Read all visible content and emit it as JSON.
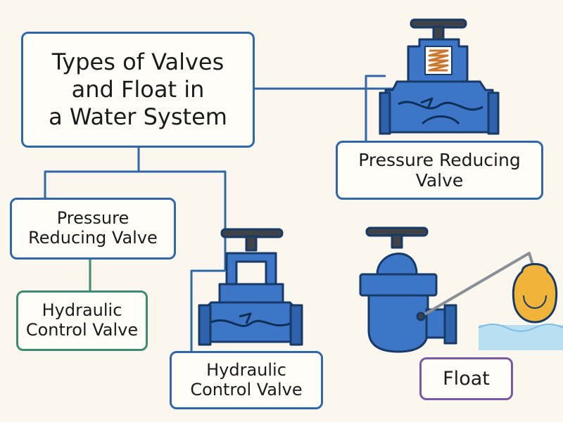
{
  "title": {
    "lines": [
      "Types of Valves",
      "and Float in",
      "a Water System"
    ]
  },
  "nodes": {
    "prv_top": {
      "lines": [
        "Pressure Reducing",
        "Valve"
      ]
    },
    "prv_left": {
      "lines": [
        "Pressure",
        "Reducing Valve"
      ]
    },
    "hcv_left": {
      "lines": [
        "Hydraulic",
        "Control Valve"
      ]
    },
    "hcv_center": {
      "lines": [
        "Hydraulic",
        "Control Valve"
      ]
    },
    "float": {
      "lines": [
        "Float"
      ]
    }
  },
  "colors": {
    "background": "#fbf7ee",
    "connector": "#2f67a7",
    "valve_body": "#3d76c7",
    "valve_outline": "#173a66",
    "handwheel": "#3f4247",
    "spring": "#c9772e",
    "float_ball": "#f0b43a",
    "water": "#b9dff2",
    "hcv_left_border": "#3e8a72",
    "float_border": "#7a5aa6"
  }
}
